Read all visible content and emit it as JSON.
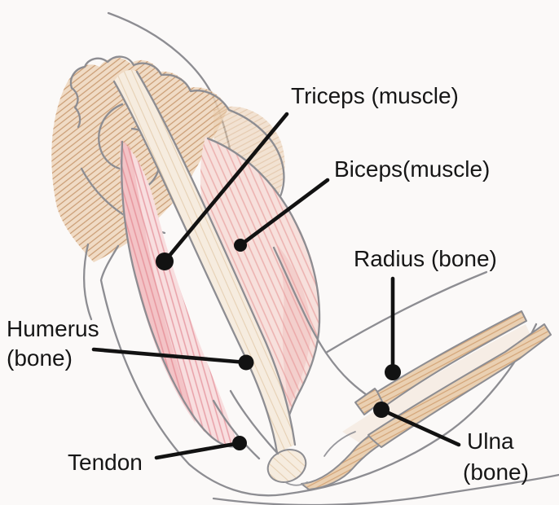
{
  "figure": {
    "title": "Hand-drawn diagram of the human arm (flexed elbow) showing muscles and bones",
    "style": "colored-pencil sketch on white paper"
  },
  "colors": {
    "paper": "#fbf9f8",
    "pencil_gray": "#8d8d92",
    "label_ink": "#161616",
    "muscle_pink": "#eba3aa",
    "muscle_pink_light": "#f8dede",
    "shoulder_brown": "#c08a5a",
    "bone_tan": "#d3a477",
    "bone_tan_light": "#ead0b2",
    "humerus_light": "#f6ecdf"
  },
  "labels": {
    "triceps": {
      "text": "Triceps (muscle)"
    },
    "biceps": {
      "text": "Biceps(muscle)"
    },
    "radius": {
      "text": "Radius (bone)"
    },
    "humerus": {
      "line1": "Humerus",
      "line2": "(bone)"
    },
    "tendon": {
      "text": "Tendon"
    },
    "ulna": {
      "line1": "Ulna",
      "line2": "(bone)"
    }
  }
}
